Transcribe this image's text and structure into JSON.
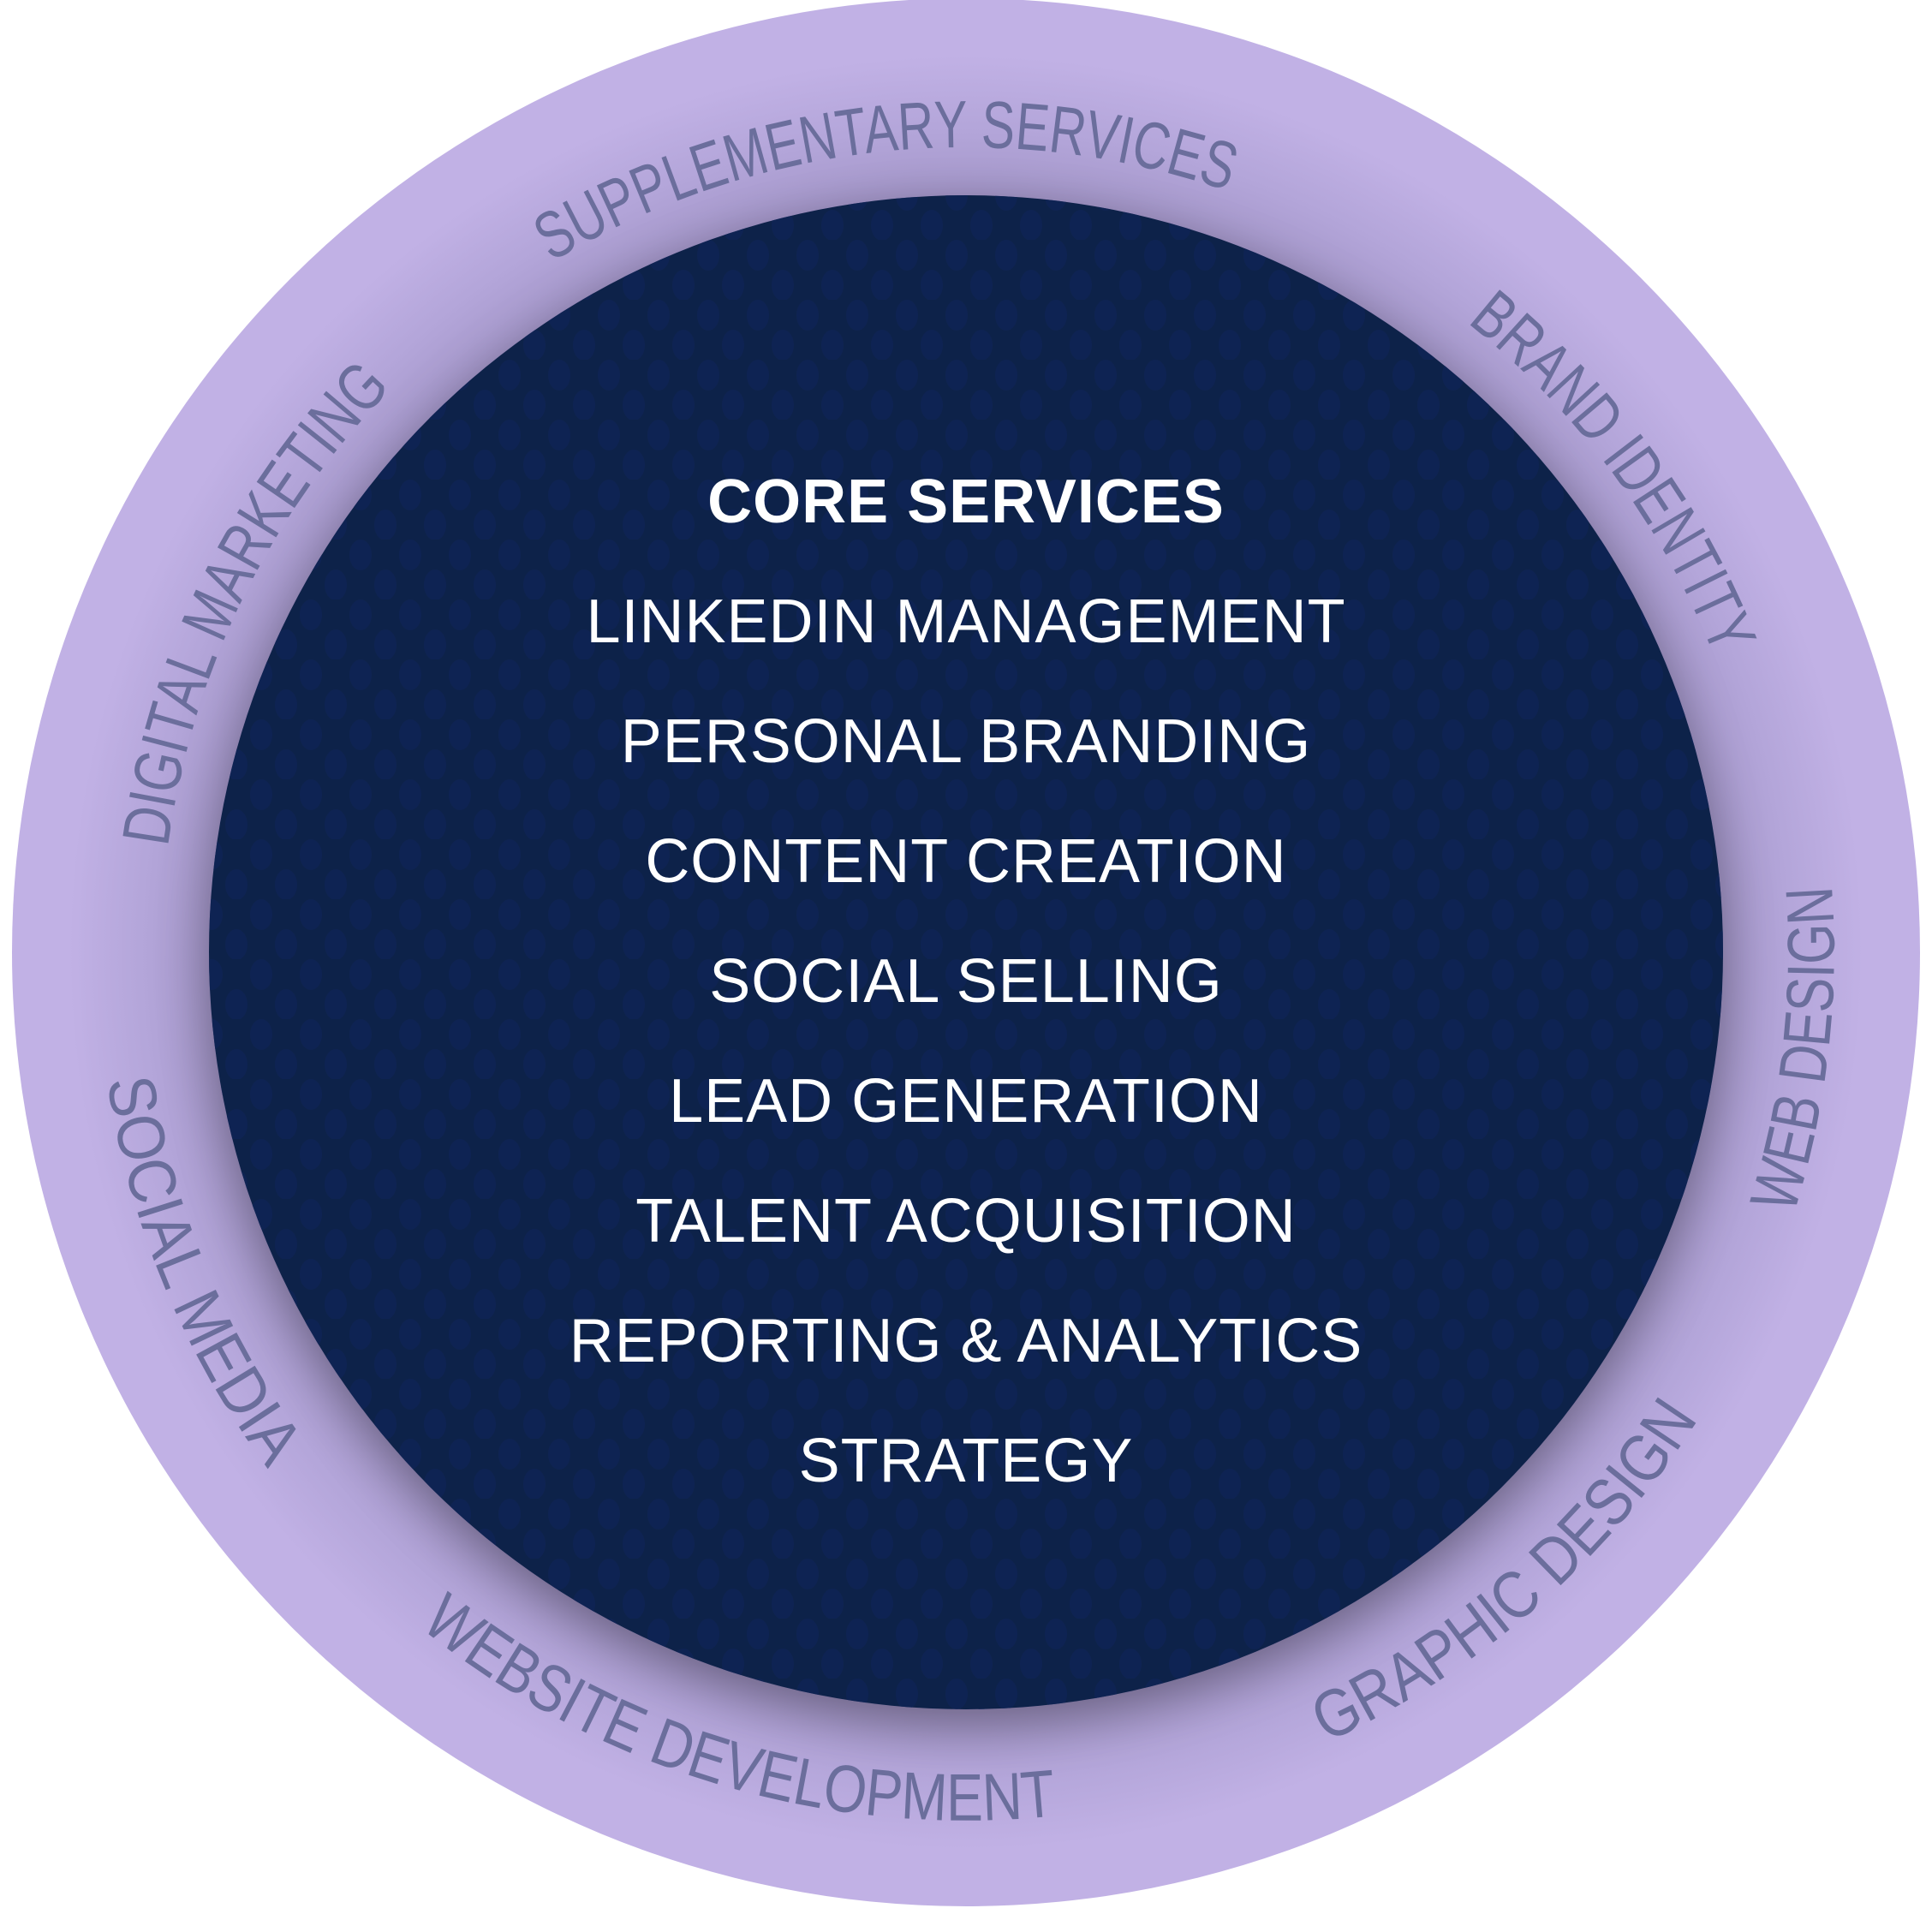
{
  "colors": {
    "outer_ring": "#c1b1e5",
    "outer_ring_shadow": "#a497c9",
    "inner_circle": "#112149",
    "inner_dots": "#0f2256",
    "ring_text": "#6b6e9c",
    "core_text": "#ffffff"
  },
  "core": {
    "title": "CORE SERVICES",
    "items": [
      "LINKEDIN MANAGEMENT",
      "PERSONAL BRANDING",
      "CONTENT CREATION",
      "SOCIAL SELLING",
      "LEAD GENERATION",
      "TALENT ACQUISITION",
      "REPORTING & ANALYTICS",
      "STRATEGY"
    ]
  },
  "supplementary": {
    "title": "SUPPLEMENTARY SERVICES",
    "items": [
      "BRAND IDENTITY",
      "WEB DESIGN",
      "GRAPHIC DESIGN",
      "WEBSITE DEVELOPMENT",
      "SOCIAL MEDIA",
      "DIGITAL MARKETING"
    ]
  }
}
